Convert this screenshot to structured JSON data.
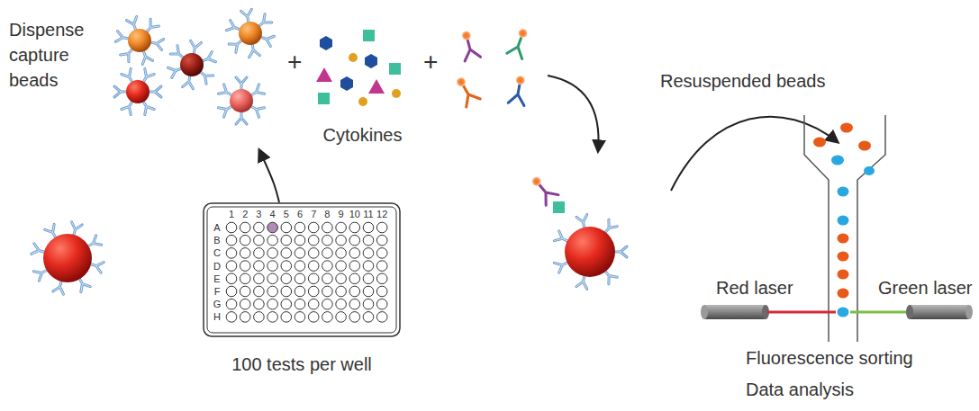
{
  "diagram": {
    "nodes": [
      {
        "text": [
          "Dispense capture beads"
        ]
      },
      {
        "text": [
          "Cytokines"
        ]
      },
      {
        "text": [
          "1",
          "2",
          "3",
          "4",
          "5",
          "6",
          "7",
          "8",
          "9",
          "10",
          "11",
          "12",
          "A",
          "B",
          "C",
          "D",
          "E",
          "F",
          "G",
          "H",
          "100 tests per well"
        ]
      },
      {
        "text": [
          "Fluorescence sorting",
          "Data analysis"
        ]
      }
    ],
    "edges": [
      {
        "from": 2,
        "to": 0,
        "arrow": "to"
      }
    ],
    "labels": [
      "+",
      "+",
      "Resuspended beads",
      "Red laser",
      "Green laser"
    ]
  }
}
